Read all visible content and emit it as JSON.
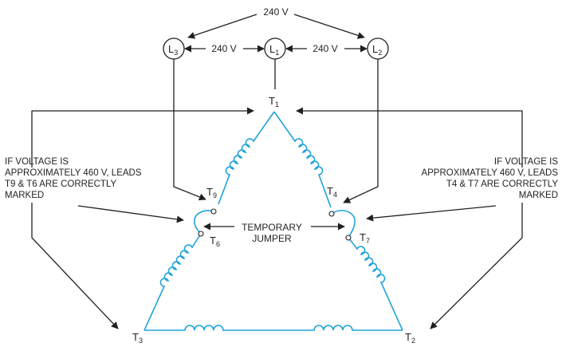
{
  "top_voltage": "240 V",
  "meters": [
    {
      "main": "L",
      "sub": "3"
    },
    {
      "main": "L",
      "sub": "1"
    },
    {
      "main": "L",
      "sub": "2"
    }
  ],
  "meter_voltages": [
    "240 V",
    "240 V"
  ],
  "terminals": {
    "t1": {
      "main": "T",
      "sub": "1"
    },
    "t2": {
      "main": "T",
      "sub": "2"
    },
    "t3": {
      "main": "T",
      "sub": "3"
    },
    "t4": {
      "main": "T",
      "sub": "4"
    },
    "t6": {
      "main": "T",
      "sub": "6"
    },
    "t7": {
      "main": "T",
      "sub": "7"
    },
    "t9": {
      "main": "T",
      "sub": "9"
    }
  },
  "jumper_label": [
    "TEMPORARY",
    "JUMPER"
  ],
  "left_note": [
    "IF VOLTAGE IS",
    "APPROXIMATELY 460 V, LEADS",
    "T9 & T6 ARE CORRECTLY",
    "MARKED"
  ],
  "right_note": [
    "IF VOLTAGE IS",
    "APPROXIMATELY 460 V, LEADS",
    "T4 & T7 ARE CORRECTLY",
    "MARKED"
  ],
  "colors": {
    "winding": "#1fa3d8",
    "wire": "#231f20"
  }
}
